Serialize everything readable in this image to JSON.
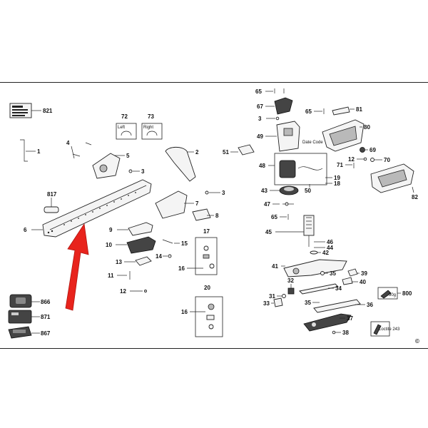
{
  "labels": {
    "l1": "1",
    "l2": "2",
    "l3a": "3",
    "l3b": "3",
    "l3c": "3",
    "l4": "4",
    "l5": "5",
    "l6": "6",
    "l7": "7",
    "l8": "8",
    "l9": "9",
    "l10": "10",
    "l11": "11",
    "l12a": "12",
    "l12b": "12",
    "l13": "13",
    "l14": "14",
    "l15": "15",
    "l16a": "16",
    "l16b": "16",
    "l17": "17",
    "l18": "18",
    "l19": "19",
    "l20": "20",
    "l31": "31",
    "l32": "32",
    "l33": "33",
    "l34": "34",
    "l35a": "35",
    "l35b": "35",
    "l36": "36",
    "l37": "37",
    "l38": "38",
    "l39": "39",
    "l40": "40",
    "l41": "41",
    "l42": "42",
    "l43": "43",
    "l44": "44",
    "l45": "45",
    "l46": "46",
    "l47": "47",
    "l48": "48",
    "l49": "49",
    "l50": "50",
    "l51": "51",
    "l65a": "65",
    "l65b": "65",
    "l65c": "65",
    "l67": "67",
    "l69": "69",
    "l70": "70",
    "l71": "71",
    "l72": "72",
    "l73": "73",
    "l80": "80",
    "l81": "81",
    "l82": "82",
    "l800": "800",
    "l817": "817",
    "l821": "821",
    "l866": "866",
    "l867": "867",
    "l871": "871"
  },
  "texts": {
    "left": "Left",
    "right": "Right",
    "date_code": "Date Code",
    "grease": "90g",
    "loctite": "Loctite 243",
    "copyright": "©"
  },
  "colors": {
    "arrow": "#e8231c",
    "ink": "#222222"
  }
}
